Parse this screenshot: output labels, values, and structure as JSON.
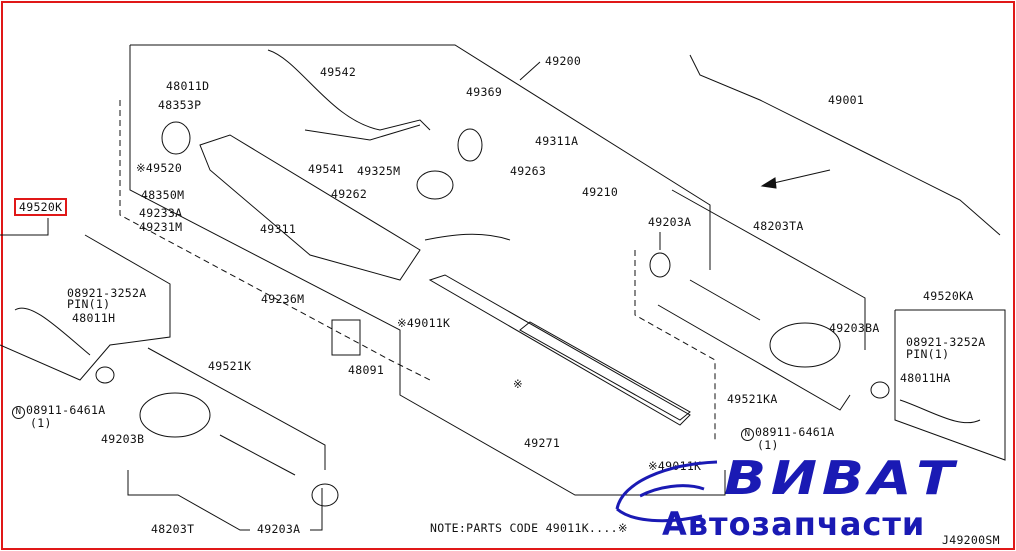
{
  "diagram": {
    "selected_part": "49520K",
    "highlight_color": "#e01818",
    "labels": {
      "p49542": "49542",
      "p49200": "49200",
      "p48011D": "48011D",
      "p48353P": "48353P",
      "p49369": "49369",
      "p49311A": "49311A",
      "p49520": "※49520",
      "p49541": "49541",
      "p49325M": "49325M",
      "p49263": "49263",
      "p49210": "49210",
      "p48350M": "48350M",
      "p49262": "49262",
      "p49233A": "49233A",
      "p49231M": "49231M",
      "p49311": "49311",
      "p49236M": "49236M",
      "p49520K": "49520K",
      "pin_l": "08921-3252A",
      "pin_l_qty": "PIN(1)",
      "p48011H": "48011H",
      "p49011K_a": "※49011K",
      "p48091": "48091",
      "p49521K": "49521K",
      "nut_l": "08911-6461A",
      "nut_l_qty": "(1)",
      "p49203B": "49203B",
      "p49271": "49271",
      "p48203T": "48203T",
      "p49203A_l": "49203A",
      "p49001": "49001",
      "p49203A_r": "49203A",
      "p48203TA": "48203TA",
      "p49520KA": "49520KA",
      "p49203BA": "49203BA",
      "pin_r": "08921-3252A",
      "pin_r_qty": "PIN(1)",
      "p48011HA": "48011HA",
      "p49521KA": "49521KA",
      "nut_r": "08911-6461A",
      "nut_r_qty": "(1)",
      "p49011K_b": "※49011K",
      "note": "NOTE:PARTS CODE 49011K....※",
      "drawing_id": "J49200SM",
      "n_symbol": "N",
      "star_mark": "※"
    }
  },
  "watermark": {
    "brand": "ВИВАТ",
    "subtitle": "Автозапчасти",
    "color": "#1a1ab4"
  }
}
